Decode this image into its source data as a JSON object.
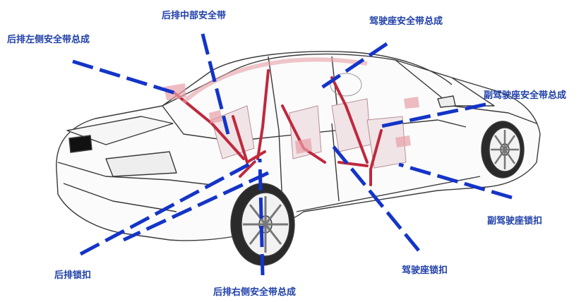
{
  "labels": {
    "rear_left_belt": "后排左侧安全带总成",
    "rear_center_belt": "后排中部安全带",
    "driver_belt": "驾驶座安全带总成",
    "passenger_belt": "副驾驶座安全带总成",
    "passenger_buckle": "副驾驶座锁扣",
    "driver_buckle": "驾驶座锁扣",
    "rear_right_belt": "后排右侧安全带总成",
    "rear_buckle": "后排锁扣"
  },
  "colors": {
    "leader_line": "#1434c8",
    "label_text": "#1f3fa8",
    "belt": "#c0283c",
    "belt_highlight": "#e8a0a8",
    "car_outline": "#3a3a3a"
  }
}
